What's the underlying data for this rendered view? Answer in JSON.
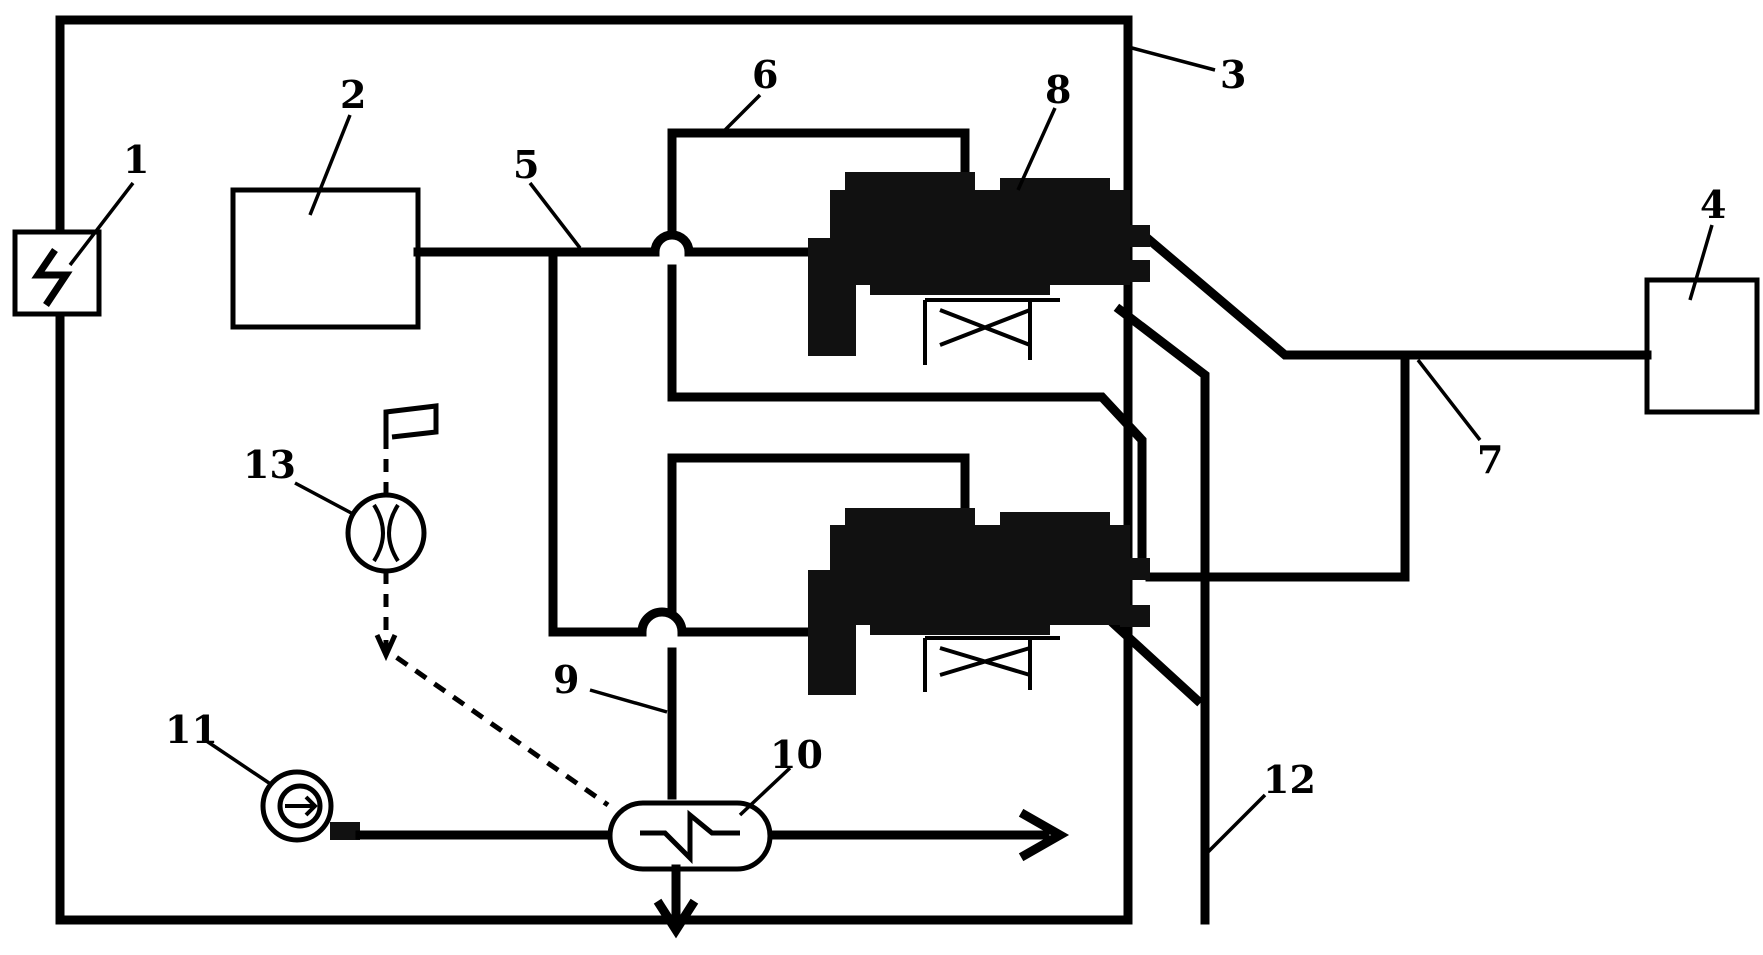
{
  "labels": {
    "l1": "1",
    "l2": "2",
    "l3": "3",
    "l4": "4",
    "l5": "5",
    "l6": "6",
    "l7": "7",
    "l8": "8",
    "l9": "9",
    "l10": "10",
    "l11": "11",
    "l12": "12",
    "l13": "13"
  },
  "components": [
    "outer-enclosure",
    "unit-box-2",
    "unit-box-4",
    "engine-upper",
    "engine-lower",
    "heat-exchanger",
    "blower",
    "flow-meter",
    "flag"
  ]
}
